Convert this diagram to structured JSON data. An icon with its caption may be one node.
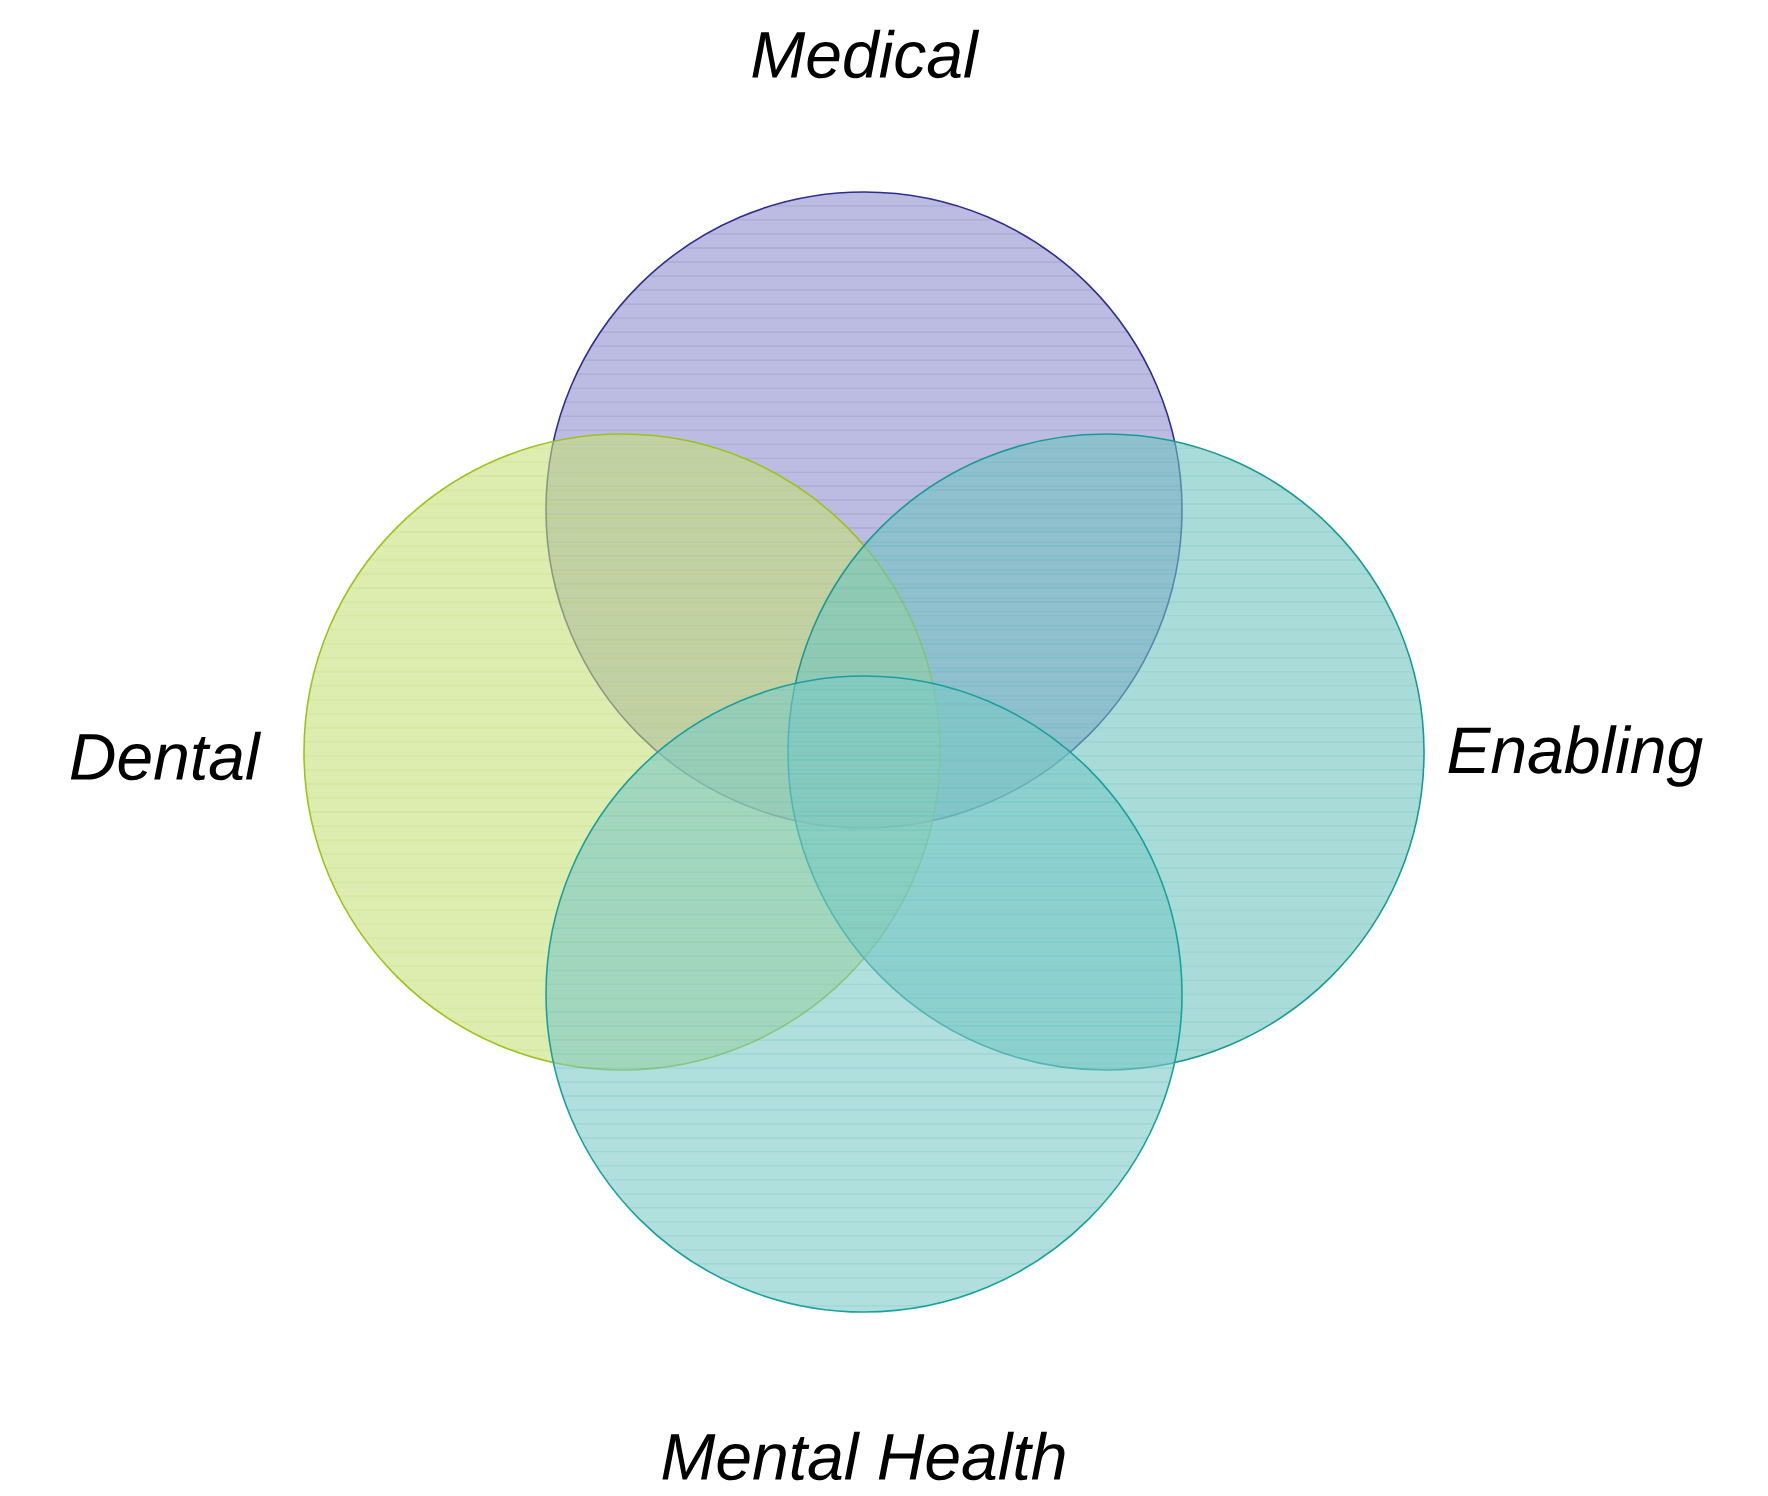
{
  "diagram": {
    "nodes": [
      {
        "text": [
          "Medical"
        ]
      },
      {
        "text": [
          "Dental"
        ]
      },
      {
        "text": [
          "Enabling"
        ]
      },
      {
        "text": [
          "Mental Health"
        ]
      }
    ]
  }
}
